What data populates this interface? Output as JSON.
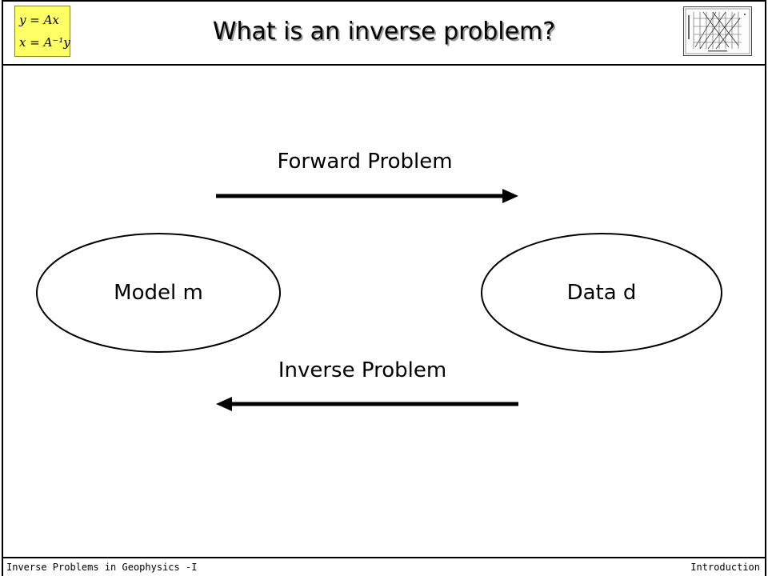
{
  "header": {
    "title": "What is an inverse problem?",
    "formula_line_1": "y = Ax",
    "formula_line_2": "x = A⁻¹y",
    "formula_box_color": "#ffff66"
  },
  "diagram": {
    "forward_label": "Forward Problem",
    "inverse_label": "Inverse Problem",
    "model_label": "Model m",
    "data_label": "Data d"
  },
  "footer": {
    "left": "Inverse Problems in Geophysics -I",
    "right": "Introduction"
  }
}
